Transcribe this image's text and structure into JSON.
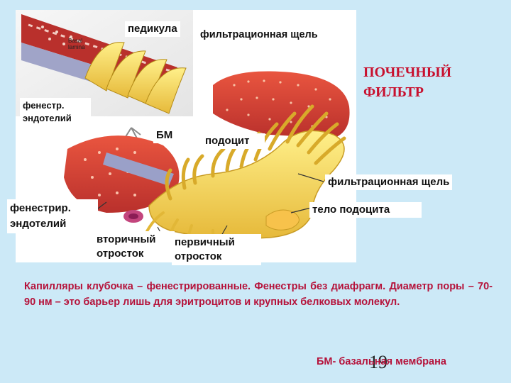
{
  "title": {
    "line1": "ПОЧЕЧНЫЙ",
    "line2": "ФИЛЬТР"
  },
  "inset": {
    "basal_lamina_line1": "Basal",
    "basal_lamina_line2": "lamina"
  },
  "labels": {
    "pedicula": "педикула",
    "filtration_slit_top": "фильтрационная щель",
    "fenestr_endothelium_inset": "фенестр. эндотелий",
    "bm": "БМ",
    "podocyte": "подоцит",
    "filtration_slit": "фильтрационная щель",
    "fenestrated_endothelium": "фенестрир. эндотелий",
    "podocyte_body": "тело подоцита",
    "secondary_process": "вторичный отросток",
    "primary_process": "первичный отросток"
  },
  "caption": "Капилляры клубочка – фенестрированные. Фенестры без диафрагм. Диаметр поры – 70-90 нм – это барьер лишь для эритроцитов и крупных белковых молекул.",
  "page_number": "19",
  "legend": "БМ- базальная мембрана",
  "colors": {
    "title": "#c8102e",
    "caption": "#b5123a",
    "background": "#cce9f7",
    "podocyte": "#f2d94a",
    "capillary": "#e0453a"
  }
}
